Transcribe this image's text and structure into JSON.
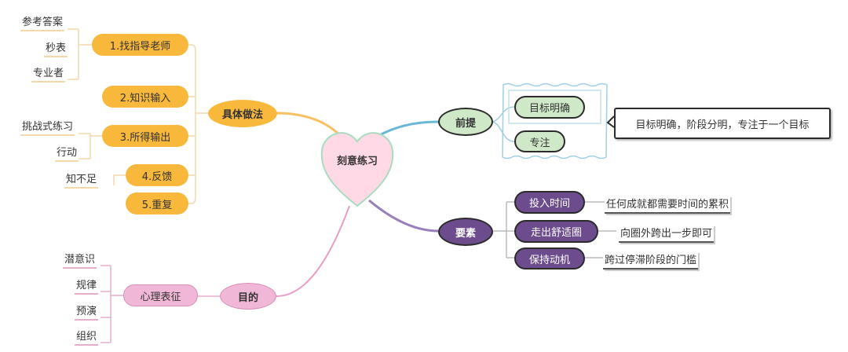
{
  "center": {
    "label": "刻意练习"
  },
  "colors": {
    "orange": "#f8b83c",
    "pink": "#f0b8d6",
    "green": "#cfe8c8",
    "purple": "#6c4c8c",
    "blue_link": "#6ab7d8"
  },
  "methods": {
    "label": "具体做法",
    "items": [
      {
        "label": "1.找指导老师",
        "children": [
          "参考答案",
          "秒表",
          "专业者"
        ]
      },
      {
        "label": "2.知识输入",
        "children": []
      },
      {
        "label": "3.所得输出",
        "children": [
          "挑战式练习",
          "行动"
        ]
      },
      {
        "label": "4.反馈",
        "children": [
          "知不足"
        ]
      },
      {
        "label": "5.重复",
        "children": []
      }
    ]
  },
  "purpose": {
    "label": "目的",
    "items": [
      {
        "label": "心理表征",
        "children": [
          "潜意识",
          "规律",
          "预演",
          "组织"
        ]
      }
    ]
  },
  "premise": {
    "label": "前提",
    "items": [
      {
        "label": "目标明确"
      },
      {
        "label": "专注"
      }
    ],
    "callout": "目标明确，阶段分明，专注于一个目标"
  },
  "elements": {
    "label": "要素",
    "items": [
      {
        "label": "投入时间",
        "note": "任何成就都需要时间的累积"
      },
      {
        "label": "走出舒适圈",
        "note": "向圈外跨出一步即可"
      },
      {
        "label": "保持动机",
        "note": "跨过停滞阶段的门槛"
      }
    ]
  }
}
